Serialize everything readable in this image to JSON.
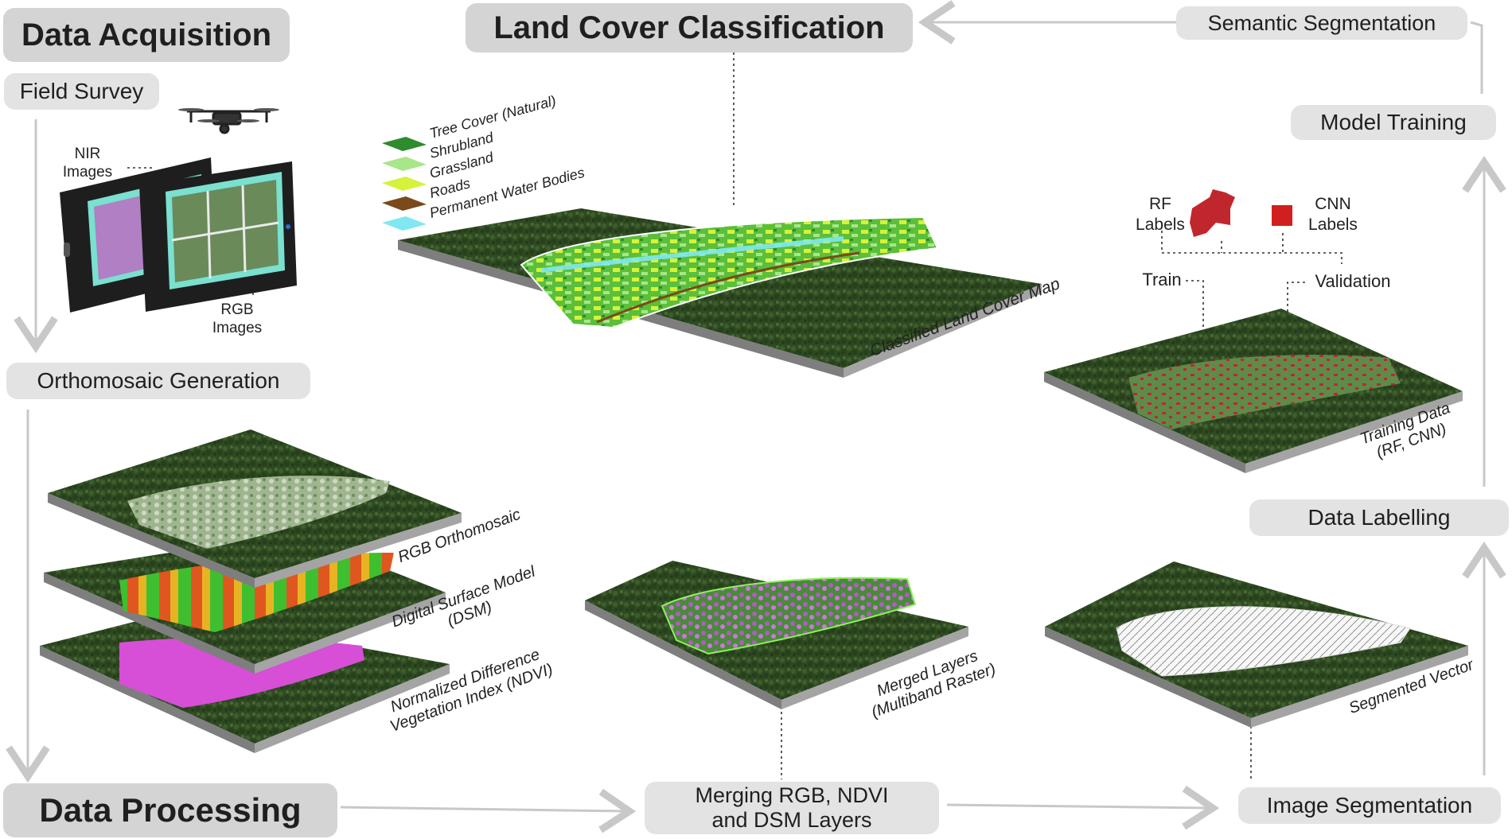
{
  "stages": {
    "data_acquisition": "Data Acquisition",
    "field_survey": "Field Survey",
    "orthomosaic_generation": "Orthomosaic Generation",
    "data_processing": "Data Processing",
    "merging_layers": [
      "Merging RGB, NDVI",
      "and DSM Layers"
    ],
    "image_segmentation": "Image Segmentation",
    "data_labelling": "Data Labelling",
    "model_training": "Model Training",
    "semantic_segmentation": "Semantic Segmentation",
    "land_cover_classification": "Land Cover Classification"
  },
  "acquisition": {
    "nir_images": [
      "NIR",
      "Images"
    ],
    "rgb_images": [
      "RGB",
      "Images"
    ]
  },
  "layers": {
    "rgb_orthomosaic": "RGB Orthomosaic",
    "dsm": [
      "Digital Surface Model",
      "(DSM)"
    ],
    "ndvi": [
      "Normalized Difference",
      "Vegetation Index (NDVI)"
    ],
    "merged": [
      "Merged Layers",
      "(Multiband Raster)"
    ],
    "segmented_vector": "Segmented Vector",
    "training_data": [
      "Training Data",
      "(RF, CNN)"
    ],
    "classified_map": "Classified Land Cover Map"
  },
  "labels": {
    "rf_labels": [
      "RF",
      "Labels"
    ],
    "cnn_labels": [
      "CNN",
      "Labels"
    ],
    "train": "Train",
    "validation": "Validation"
  },
  "legend": [
    {
      "label": "Tree Cover (Natural)",
      "color": "#2e8b2e"
    },
    {
      "label": "Shrubland",
      "color": "#a8e68a"
    },
    {
      "label": "Grassland",
      "color": "#d6f23a"
    },
    {
      "label": "Roads",
      "color": "#7a4a1a"
    },
    {
      "label": "Permanent Water Bodies",
      "color": "#7fe8f2"
    }
  ],
  "colors": {
    "pill": "#e3e3e3",
    "forest": "#2f4a23",
    "slab_side": "#8a8a8a",
    "arrow": "#c8c8c8",
    "rf_label": "#c0272d",
    "cnn_label": "#d11f1f",
    "ndvi": "#d64fd6",
    "tablet_frame": "#7ae0d0"
  }
}
